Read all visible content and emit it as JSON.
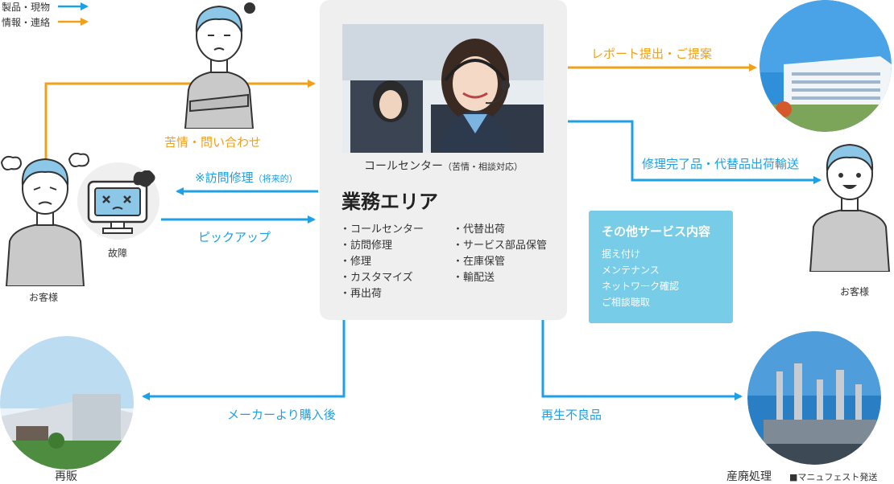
{
  "legend": {
    "product_label": "製品・現物",
    "info_label": "情報・連絡"
  },
  "customer_left": {
    "label": "お客様"
  },
  "customer_right": {
    "label": "お客様"
  },
  "breakdown": {
    "label": "故障"
  },
  "flows": {
    "complaint": "苦情・問い合わせ",
    "visit_repair": "※訪問修理",
    "visit_repair_note": "（将来的）",
    "pickup": "ピックアップ",
    "report": "レポート提出・ご提案",
    "repair_ship": "修理完了品・代替品出荷輸送",
    "after_purchase": "メーカーより購入後",
    "defective": "再生不良品"
  },
  "center": {
    "caption": "コールセンター",
    "caption_sub": "（苦情・相談対応）",
    "title": "業務エリア",
    "list_left": [
      "・コールセンター",
      "・訪問修理",
      "・修理",
      "・カスタマイズ",
      "・再出荷"
    ],
    "list_right": [
      "・代替出荷",
      "・サービス部品保管",
      "・在庫保管",
      "・輸配送"
    ]
  },
  "other_services": {
    "title": "その他サービス内容",
    "items": [
      "据え付け",
      "メンテナンス",
      "ネットワーク確認",
      "ご相談聴取"
    ]
  },
  "resale": {
    "label": "再販"
  },
  "disposal": {
    "label": "産廃処理",
    "note": "■マニュフェスト発送"
  },
  "colors": {
    "product": "#1ea0e6",
    "info": "#f0a019",
    "box": "#efefef",
    "service": "#77cce8"
  }
}
